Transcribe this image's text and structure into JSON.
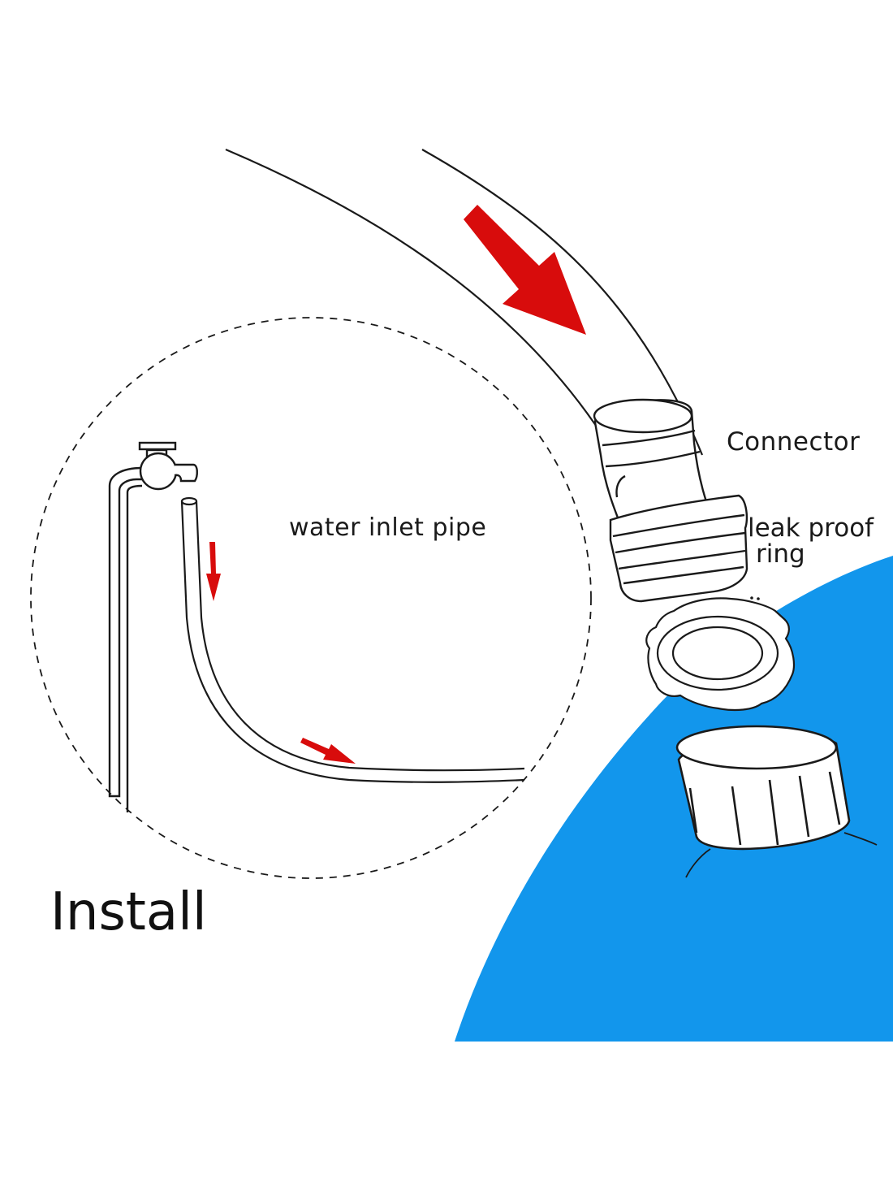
{
  "labels": {
    "connector": "Connector",
    "leak_proof_line1": "leak proof",
    "leak_proof_line2": "ring",
    "water_inlet_pipe": "water inlet pipe",
    "install": "Install"
  },
  "colors": {
    "pool": "#1296ec",
    "arrow": "#d80c0c",
    "line": "#1a1a1a",
    "background": "#ffffff"
  },
  "icons": {
    "faucet": "faucet-icon",
    "hose": "garden-hose",
    "connector": "hose-connector",
    "ring": "leak-proof-ring",
    "cap": "threaded-cap",
    "flow_arrow": "flow-arrow"
  }
}
